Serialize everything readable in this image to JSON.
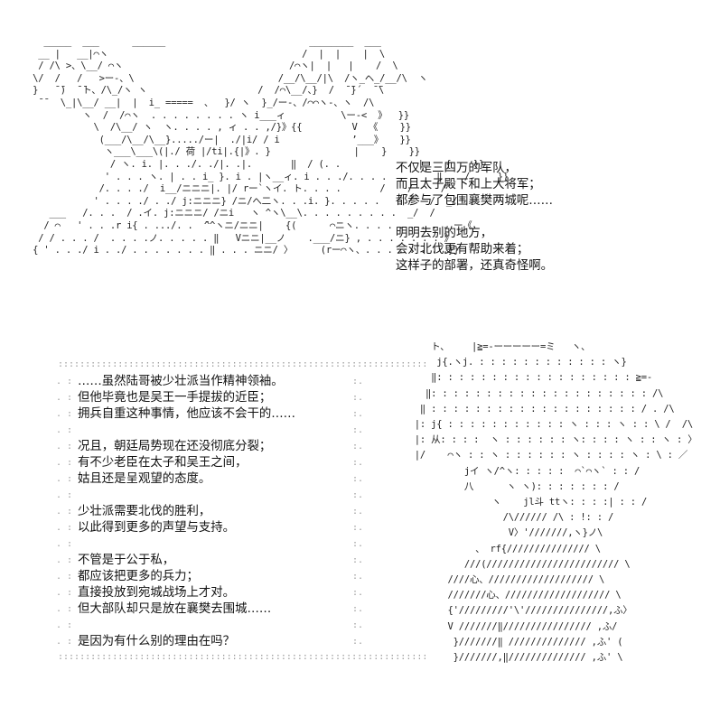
{
  "art_top": [
    "   _____  ___      ______                          ________  ___",
    "  __ |   __|⌒ヽ                                   /  |  |    |  \\",
    "  / /\\ >、\\__/ ⌒ヽ                              /⌒ヽ|  |   |    /  \\",
    " \\/  /   /   >ー-、\\                          /__/\\__/|\\  /ヽ_ヘ_/__/\\  ヽ",
    " }   ̄ ̄)  ̄ ̄ト、/\\_/ヽ ヽ                    /  /⌒\\__/、}  /  ̄ ̄}´  ̄ ̄\\",
    "  ̄ ̄   \\_|\\__/ __|  |  i_ =====  、  }/ ヽ  }_/ー-、/⌒⌒ヽ-、ヽ  /\\",
    "          ヽ  /  /⌒ヽ  . . . . . . . . ヽ i___ィ          \\ー-<  》  }}",
    "            \\  /\\__/ ヽ  ヽ. . . . , ィ . . ,/}》{{         V  《    }}",
    "             (___/\\__/\\__}...../ー|  ./|i/ / i             ’___》   }}",
    "              ヽ___\\___\\(|./ 荷 |/ti|.{|》. }               |    }    }}",
    "               / ヽ. i. |. . ./. ./|. .|.       ‖  / (. .              |    {    }}",
    "              ' . . . ヽ. | . . i_ }. i . |ヽ__ィ. i . . ./. . . .         ‖    /     }}",
    "             /. . . ./  i__/ニニニ|. |/ rー`ヽイ. ト. . . .       /    /     /’",
    "            ' . . . ./ . ./ j:ニニニ} /ニ/へ二ヽ. . .i. }. . . . .     /   /  _/",
    "    ___   /. . .  / .イ. j:ニニニ/ /ニi   ヽ ^ヽ\\__\\. . . . . . . . .  _/  /",
    "   / ⌒   ' . . .r i{ . .../. .  ̄^^ヽニ/ニニ|    {(      ⌒ニヽ. . . . . . . . . ー《",
    "  / / . . . /  . . . .ノ. . . . . ‖   Vニニ|__ノ    .___/ニ} , . . . . . . . 》",
    " { ' . . ./ i . ./ . . . . . . . ‖ . . . ニニ/ 〉     (rー⌒ヽ、. . . . . . . .}}"
  ],
  "art_bottom": [
    "         ト、    |≧=-ーーーーー=ミ   ヽ、",
    "          j{.ヽj. : : : : : : : : : : : : ヽ}",
    "         ‖: : : : : : : : : : : : : : : : : : ≧=-",
    "        ‖: : : : : : : : : : : : : : : : : : : : /\\",
    "       ‖ : : : : : : : : : : : : : : : : : : : / . /\\",
    "      |: j{ : : : : : : : : : : : ヽ : : : ヽ : : \\ /  /\\",
    "      |: 从: : : :  ヽ : : : : : : ヽ: : : : ヽ : : ヽ : 〉",
    "      |/    ⌒ヽ : : ヽ : : : : : : ヽ : : : : ヽ : \\ : ／",
    "               jイ ヽ/^ヽ: : : : :  ⌒`⌒ヽ` : : /",
    "               八      ヽ ヽ): : : : : : : /",
    "                    ヽ    jl斗 ttヽ: : : :| : : /",
    "                      /\\////// /\\ : !: : /",
    "                       V〉'///////,ヽ}ノ\\",
    "                 、 rf{/////////////// \\",
    "               ///(//////////////////////// \\",
    "            ////心、/////////////////// \\",
    "            ///////心、/////////////////// \\",
    "            {'/////////'\\'///////////////,ふ〉",
    "            V ///////‖//////////////// ,ふ/",
    "             }///////‖ ////////////// ,ふ' (",
    "             }///////,‖////////////// ,ふ' \\"
  ],
  "text_right": [
    "不仅是三四万的军队，",
    "而且太子殿下和上大将军；",
    "都参与了包围襄樊两城呢……",
    "",
    "明明去别的地方，",
    "会对北伐更有帮助来着；",
    "这样子的部署，还真奇怪啊。"
  ],
  "text_box": [
    "……虽然陆哥被少壮派当作精神领袖。",
    "但他毕竟也是吴王一手提拔的近臣；",
    "拥兵自重这种事情，他应该不会干的……",
    "",
    "况且，朝廷局势现在还没彻底分裂；",
    "有不少老臣在太子和吴王之间，",
    "姑且还是呈观望的态度。",
    "",
    "少壮派需要北伐的胜利，",
    "以此得到更多的声望与支持。",
    "",
    "不管是于公于私，",
    "都应该把更多的兵力；",
    "直接投放到宛城战场上才对。",
    "但大部队却只是放在襄樊去围城……",
    "",
    "是因为有什么别的理由在吗？"
  ],
  "box_border": {
    "top": "::::::::::::::::::::::::::::::::::::::::::::::::::::::::::::::::::::",
    "bottom": "::::::::::::::::::::::::::::::::::::::::::::::::::::::::::::::::::::",
    "left": ". :\n. :\n. :\n. :\n. :\n. :\n. :\n. :\n. :\n. :\n. :\n. :\n. :\n. :\n. :\n. :\n. :",
    "right": ":.\n:.\n:.\n:.\n:.\n:.\n:.\n:.\n:.\n:.\n:.\n:.\n:.\n:.\n:.\n:.\n:."
  }
}
